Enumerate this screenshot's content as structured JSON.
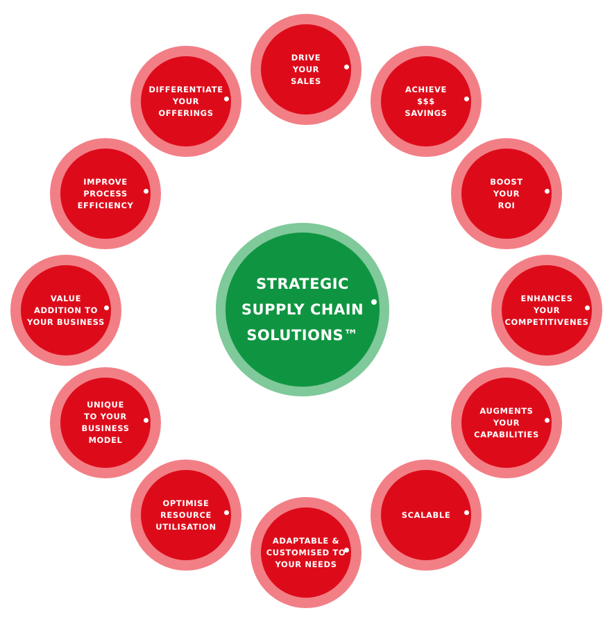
{
  "center": {
    "label": "STRATEGIC\nSUPPLY CHAIN\nSOLUTIONS™"
  },
  "nodes": [
    {
      "id": "drive-your-sales",
      "label": "DRIVE\nYOUR\nSALES"
    },
    {
      "id": "achieve-savings",
      "label": "ACHIEVE\n$$$\nSAVINGS"
    },
    {
      "id": "boost-your-roi",
      "label": "BOOST\nYOUR\nROI"
    },
    {
      "id": "enhances-competitiveness",
      "label": "ENHANCES\nYOUR\nCOMPETITIVENES"
    },
    {
      "id": "augments-capabilities",
      "label": "AUGMENTS\nYOUR\nCAPABILITIES"
    },
    {
      "id": "scalable",
      "label": "SCALABLE"
    },
    {
      "id": "adaptable-customised",
      "label": "ADAPTABLE &\nCUSTOMISED TO\nYOUR NEEDS"
    },
    {
      "id": "optimise-resource",
      "label": "OPTIMISE\nRESOURCE\nUTILISATION"
    },
    {
      "id": "unique-business-model",
      "label": "UNIQUE\nTO YOUR\nBUSINESS MODEL"
    },
    {
      "id": "value-addition",
      "label": "VALUE\nADDITION TO\nYOUR BUSINESS"
    },
    {
      "id": "improve-process",
      "label": "IMPROVE\nPROCESS\nEFFICIENCY"
    },
    {
      "id": "differentiate-offerings",
      "label": "DIFFERENTIATE\nYOUR\nOFFERINGS"
    }
  ],
  "colors": {
    "node_outer": "#f27f86",
    "node_inner": "#dd0b1a",
    "center_outer": "#7fc99a",
    "center_inner": "#0f9541",
    "text": "#ffffff"
  }
}
